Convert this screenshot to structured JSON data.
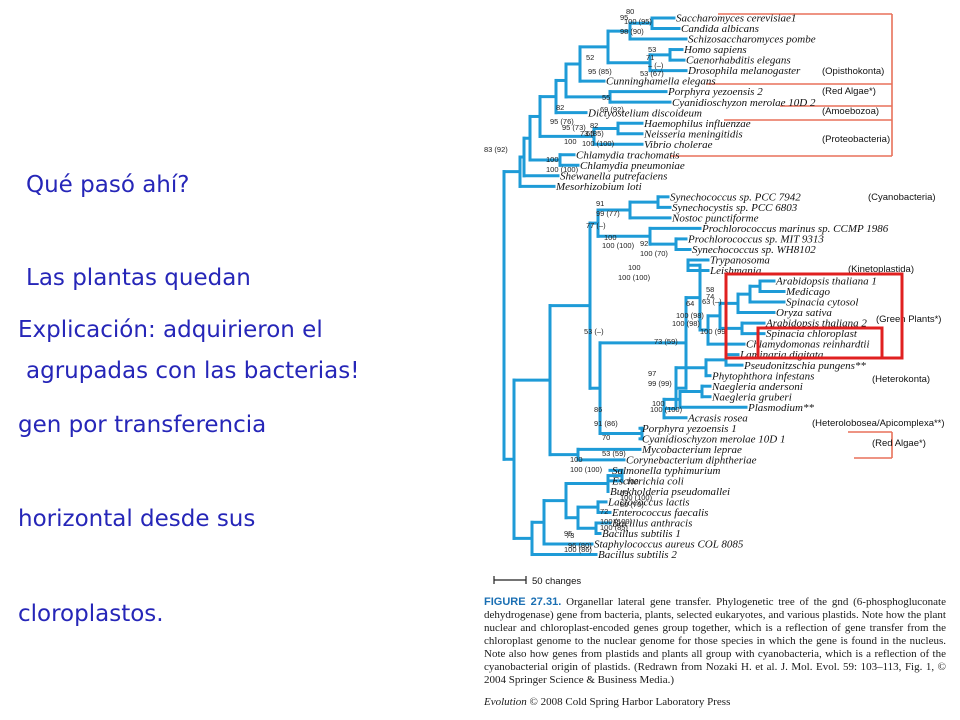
{
  "slide": {
    "question_lines": [
      "Qué pasó ahí?",
      "Las plantas quedan",
      "agrupadas con las bacterias!"
    ],
    "explanation_lines": [
      "Explicación: adquirieron el",
      "gen por transferencia",
      "horizontal desde sus",
      "cloroplastos."
    ]
  },
  "tree": {
    "taxa": [
      "Saccharomyces cerevisiae1",
      "Candida albicans",
      "Schizosaccharomyces pombe",
      "Homo sapiens",
      "Caenorhabditis elegans",
      "Drosophila melanogaster",
      "Cunninghamella elegans",
      "Porphyra yezoensis 2",
      "Cyanidioschyzon merolae 10D 2",
      "Dictyostelium discoideum",
      "Haemophilus influenzae",
      "Neisseria meningitidis",
      "Vibrio cholerae",
      "Chlamydia trachomatis",
      "Chlamydia pneumoniae",
      "Shewanella putrefaciens",
      "Mesorhizobium loti",
      "Synechococcus sp. PCC 7942",
      "Synechocystis sp. PCC 6803",
      "Nostoc punctiforme",
      "Prochlorococcus marinus sp. CCMP 1986",
      "Prochlorococcus sp. MIT 9313",
      "Synechococcus sp. WH8102",
      "Trypanosoma",
      "Leishmania",
      "Arabidopsis thaliana 1",
      "Medicago",
      "Spinacia cytosol",
      "Oryza sativa",
      "Arabidopsis thaliana 2",
      "Spinacia chloroplast",
      "Chlamydomonas reinhardtii",
      "Laminaria digitata",
      "Pseudonitzschia pungens**",
      "Phytophthora infestans",
      "Naegleria andersoni",
      "Naegleria gruberi",
      "Plasmodium**",
      "Acrasis rosea",
      "Porphyra yezoensis 1",
      "Cyanidioschyzon merolae 10D 1",
      "Mycobacterium leprae",
      "Corynebacterium diphtheriae",
      "Salmonella typhimurium",
      "Escherichia coli",
      "Burkholderia pseudomallei",
      "Lactococcus lactis",
      "Enterococcus faecalis",
      "Bacillus anthracis",
      "Bacillus subtilis 1",
      "Staphylococcus aureus COL 8085",
      "Bacillus subtilis 2"
    ],
    "groups": [
      "(Opisthokonta)",
      "(Red Algae*)",
      "(Amoebozoa)",
      "(Proteobacteria)",
      "(Cyanobacteria)",
      "(Kinetoplastida)",
      "(Green Plants*)",
      "(Heterokonta)",
      "(Heterolobosea/Apicomplexa**)",
      "(Red Algae*)"
    ],
    "support": [
      "80",
      "100 (95)",
      "95",
      "98 (90)",
      "53",
      "71",
      "– (–)",
      "53 (67)",
      "52",
      "95 (85)",
      "82",
      "95 (76)",
      "55",
      "69 (92)",
      "82",
      "95 (73)",
      "65",
      "100",
      "73 (85)",
      "100 (100)",
      "83 (92)",
      "100",
      "100 (100)",
      "91",
      "99 (77)",
      "77 (–)",
      "100",
      "100 (100)",
      "92",
      "100 (70)",
      "100",
      "100 (100)",
      "58",
      "74",
      "64",
      "63 (–)",
      "100 (98)",
      "100 (98)",
      "100 (99)",
      "73 (59)",
      "53 (–)",
      "97",
      "99 (99)",
      "100",
      "100 (100)",
      "86",
      "91 (86)",
      "70",
      "53 (59)",
      "100",
      "100 (100)",
      "100",
      "69",
      "100 (100)",
      "80 (70)",
      "72",
      "100 (85)",
      "100 (100)",
      "73",
      "96 (80)",
      "95",
      "100 (86)"
    ],
    "scale_label": "50 changes"
  },
  "caption": {
    "label": "FIGURE 27.31.",
    "text": "Organellar lateral gene transfer. Phylogenetic tree of the gnd (6-phosphogluconate dehydrogenase) gene from bacteria, plants, selected eukaryotes, and various plastids. Note how the plant nuclear and chloroplast-encoded genes group together, which is a reflection of gene transfer from the chloroplast genome to the nuclear genome for those species in which the gene is found in the nucleus. Note also how genes from plastids and plants all group with cyanobacteria, which is a reflection of the cyanobacterial origin of plastids. (Redrawn from Nozaki H. et al. J. Mol. Evol. 59: 103–113, Fig. 1, © 2004 Springer Science & Business Media.)",
    "credit_title": "Evolution",
    "credit_rest": "© 2008 Cold Spring Harbor Laboratory Press"
  },
  "colors": {
    "slide_text": "#2626b8",
    "branch": "#1e9bd7",
    "outgroup": "#e8715a",
    "highlight": "#e02020"
  }
}
